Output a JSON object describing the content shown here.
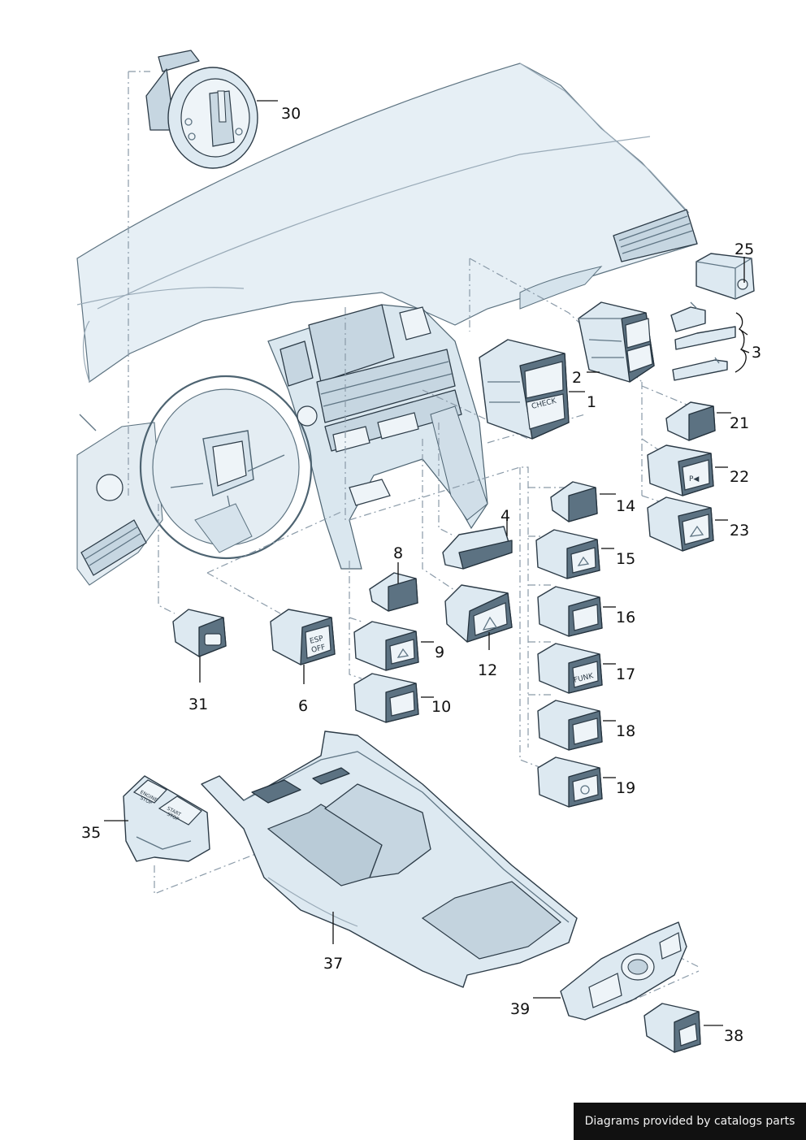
{
  "callouts": {
    "c1": "1",
    "c2": "2",
    "c3": "3",
    "c4": "4",
    "c6": "6",
    "c8": "8",
    "c9": "9",
    "c10": "10",
    "c12": "12",
    "c14": "14",
    "c15": "15",
    "c16": "16",
    "c17": "17",
    "c18": "18",
    "c19": "19",
    "c21": "21",
    "c22": "22",
    "c23": "23",
    "c25": "25",
    "c30": "30",
    "c31": "31",
    "c35": "35",
    "c37": "37",
    "c38": "38",
    "c39": "39"
  },
  "switch_text": {
    "check": "CHECK",
    "esp_1": "ESP",
    "esp_2": "OFF",
    "funk": "FUNK",
    "engine_1": "ENGINE",
    "engine_2": "STOP",
    "start_1": "START",
    "start_2": "STOP"
  },
  "watermark": "Diagrams provided by catalogs parts",
  "colors": {
    "part_fill": "#dde9f1",
    "part_outline": "#2c3b47",
    "leader_line": "#111111",
    "dashed_line": "#8a9aa8"
  }
}
